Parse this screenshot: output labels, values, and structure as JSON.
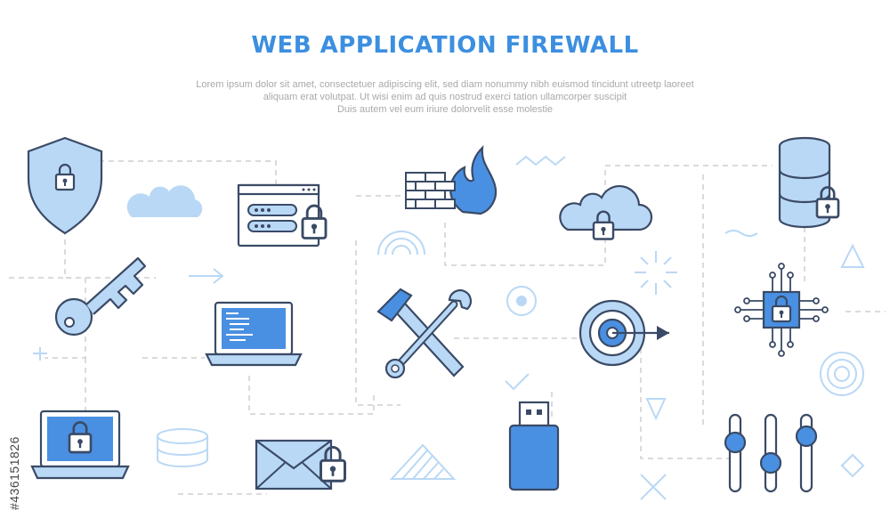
{
  "title": "WEB APPLICATION FIREWALL",
  "subtitle": {
    "line1": "Lorem ipsum dolor sit amet, consectetuer adipiscing elit, sed diam nonummy nibh euismod tincidunt utreetp laoreet",
    "line2": "aliquam erat volutpat. Ut wisi enim ad  quis nostrud exerci tation ullamcorper suscipit",
    "line3": "Duis autem vel eum iriure dolorvelit esse molestie"
  },
  "watermark_id": "#436151826",
  "colors": {
    "title": "#3c8fe0",
    "line": "#3a4a66",
    "fill": "#b9d8f5",
    "accent": "#4a90e2",
    "dash": "#cfcfcf"
  },
  "icons": [
    "shield-lock-icon",
    "cloud-icon",
    "login-window-lock-icon",
    "firewall-icon",
    "cloud-lock-icon",
    "database-lock-icon",
    "key-icon",
    "laptop-code-icon",
    "tools-icon",
    "target-icon",
    "chip-lock-icon",
    "laptop-lock-icon",
    "cylinder-icon",
    "email-lock-icon",
    "usb-drive-icon",
    "sliders-icon"
  ]
}
